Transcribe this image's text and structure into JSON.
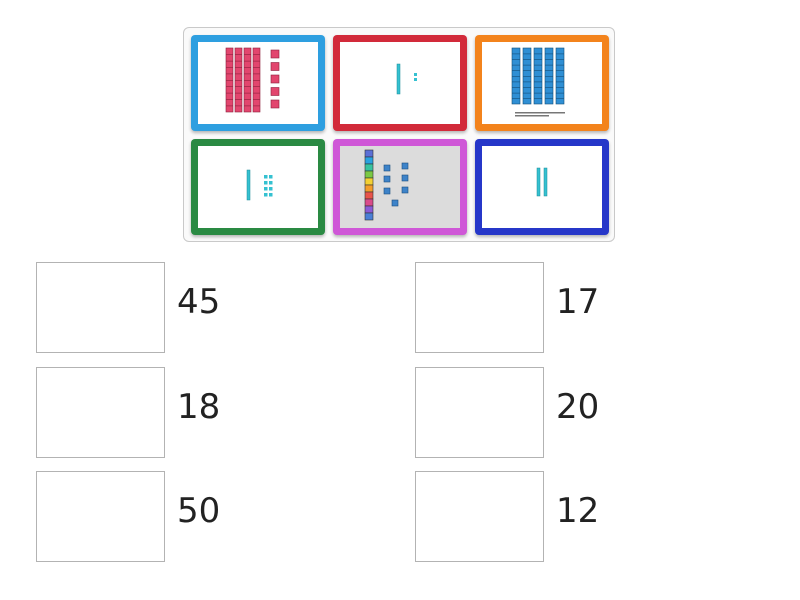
{
  "cards": [
    {
      "id": "card-1",
      "frame_color": "#2e9fe0",
      "inner_bg": "#ffffff"
    },
    {
      "id": "card-2",
      "frame_color": "#d22a3a",
      "inner_bg": "#ffffff"
    },
    {
      "id": "card-3",
      "frame_color": "#f3831c",
      "inner_bg": "#ffffff"
    },
    {
      "id": "card-4",
      "frame_color": "#2a8a43",
      "inner_bg": "#ffffff"
    },
    {
      "id": "card-5",
      "frame_color": "#cf57d7",
      "inner_bg": "#dcdcdc"
    },
    {
      "id": "card-6",
      "frame_color": "#2637c9",
      "inner_bg": "#ffffff"
    }
  ],
  "answers": [
    {
      "value": "45"
    },
    {
      "value": "17"
    },
    {
      "value": "18"
    },
    {
      "value": "20"
    },
    {
      "value": "50"
    },
    {
      "value": "12"
    }
  ],
  "colors": {
    "pink_block": "#e2466e",
    "blue_block": "#2f8fd4",
    "cyan_block": "#35c1d1",
    "rainbow": [
      "#5b6fd6",
      "#2aa2e0",
      "#37c3a0",
      "#7ac943",
      "#f3d033",
      "#f39c2a",
      "#e8534a",
      "#d94a8a",
      "#8a5bd6",
      "#4a7fd6"
    ]
  }
}
